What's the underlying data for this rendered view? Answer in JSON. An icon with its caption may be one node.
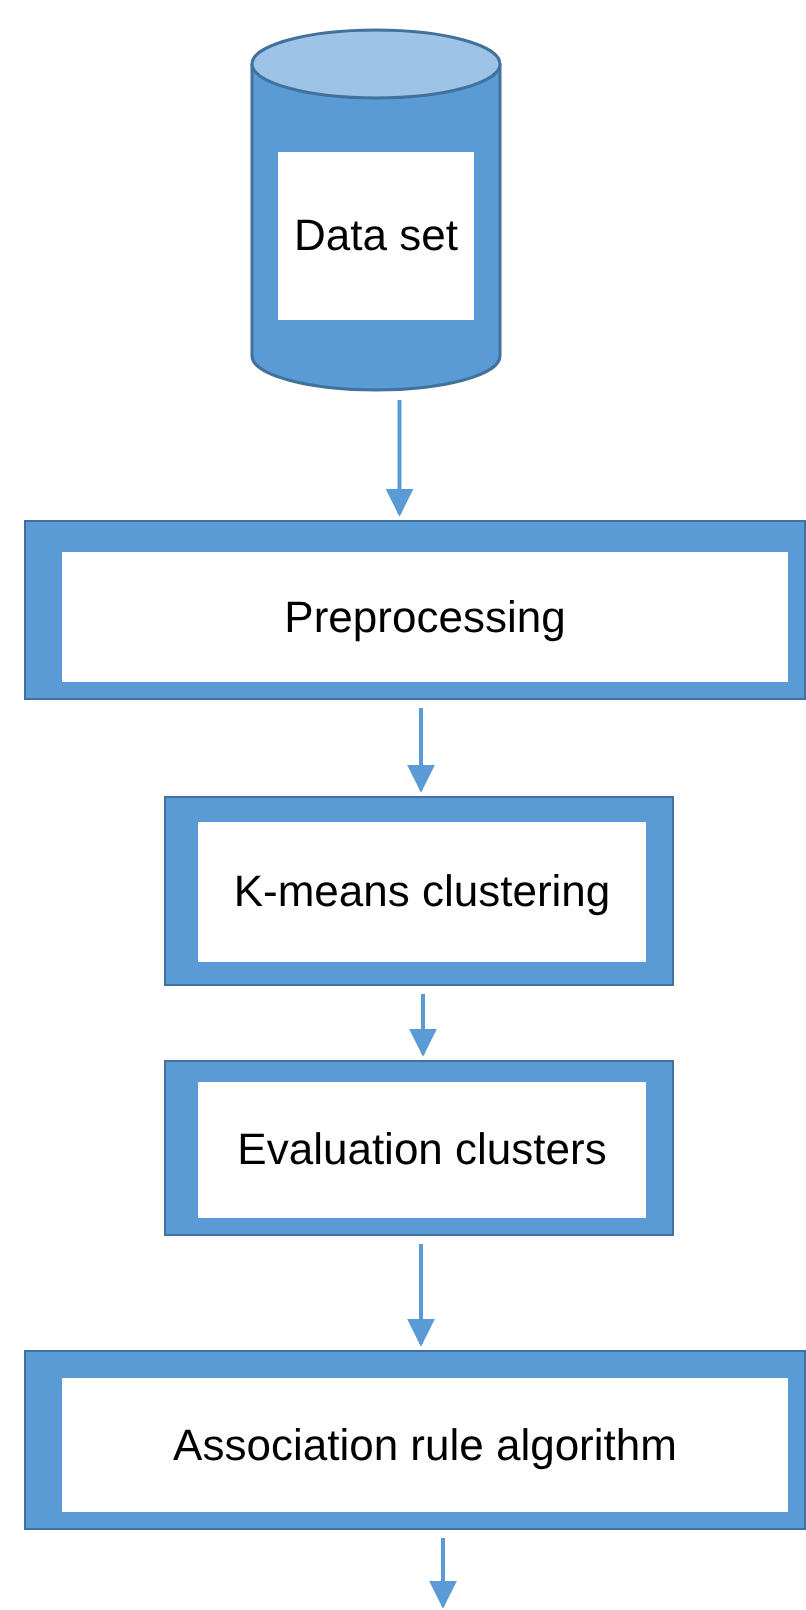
{
  "diagram": {
    "nodes": [
      {
        "text": [
          "Data set"
        ]
      },
      {
        "text": [
          "Preprocessing"
        ]
      },
      {
        "text": [
          "K-means clustering"
        ]
      },
      {
        "text": [
          "Evaluation clusters"
        ]
      },
      {
        "text": [
          "Association rule algorithm"
        ]
      }
    ],
    "edges": [
      {
        "from": 0,
        "to": 1,
        "arrow": "to"
      },
      {
        "from": 1,
        "to": 2,
        "arrow": "to"
      },
      {
        "from": 2,
        "to": 3,
        "arrow": "to"
      },
      {
        "from": 3,
        "to": 4,
        "arrow": "to"
      },
      {
        "from": 4,
        "to": null,
        "arrow": "to"
      }
    ]
  }
}
